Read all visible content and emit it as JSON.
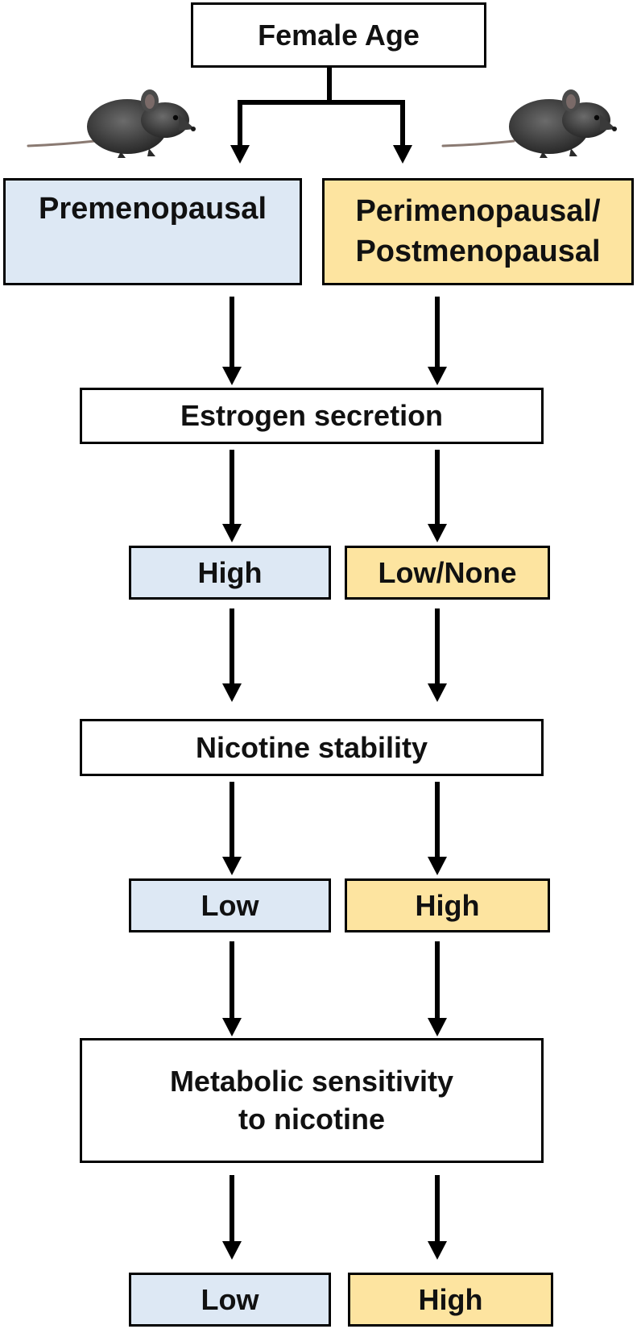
{
  "title": "Female Age",
  "left_branch": "Premenopausal",
  "right_branch": {
    "line1": "Perimenopausal/",
    "line2": "Postmenopausal"
  },
  "estrogen": {
    "label": "Estrogen secretion",
    "left_value": "High",
    "right_value": "Low/None"
  },
  "nicotine_stability": {
    "label": "Nicotine stability",
    "left_value": "Low",
    "right_value": "High"
  },
  "metabolic_sensitivity": {
    "line1": "Metabolic sensitivity",
    "line2": "to nicotine",
    "left_value": "Low",
    "right_value": "High"
  },
  "colors": {
    "premenopausal_fill": "#dde8f4",
    "postmenopausal_fill": "#fde4a0",
    "neutral_fill": "#ffffff",
    "line": "#000000"
  },
  "icons": [
    "mouse-icon",
    "mouse-icon"
  ]
}
